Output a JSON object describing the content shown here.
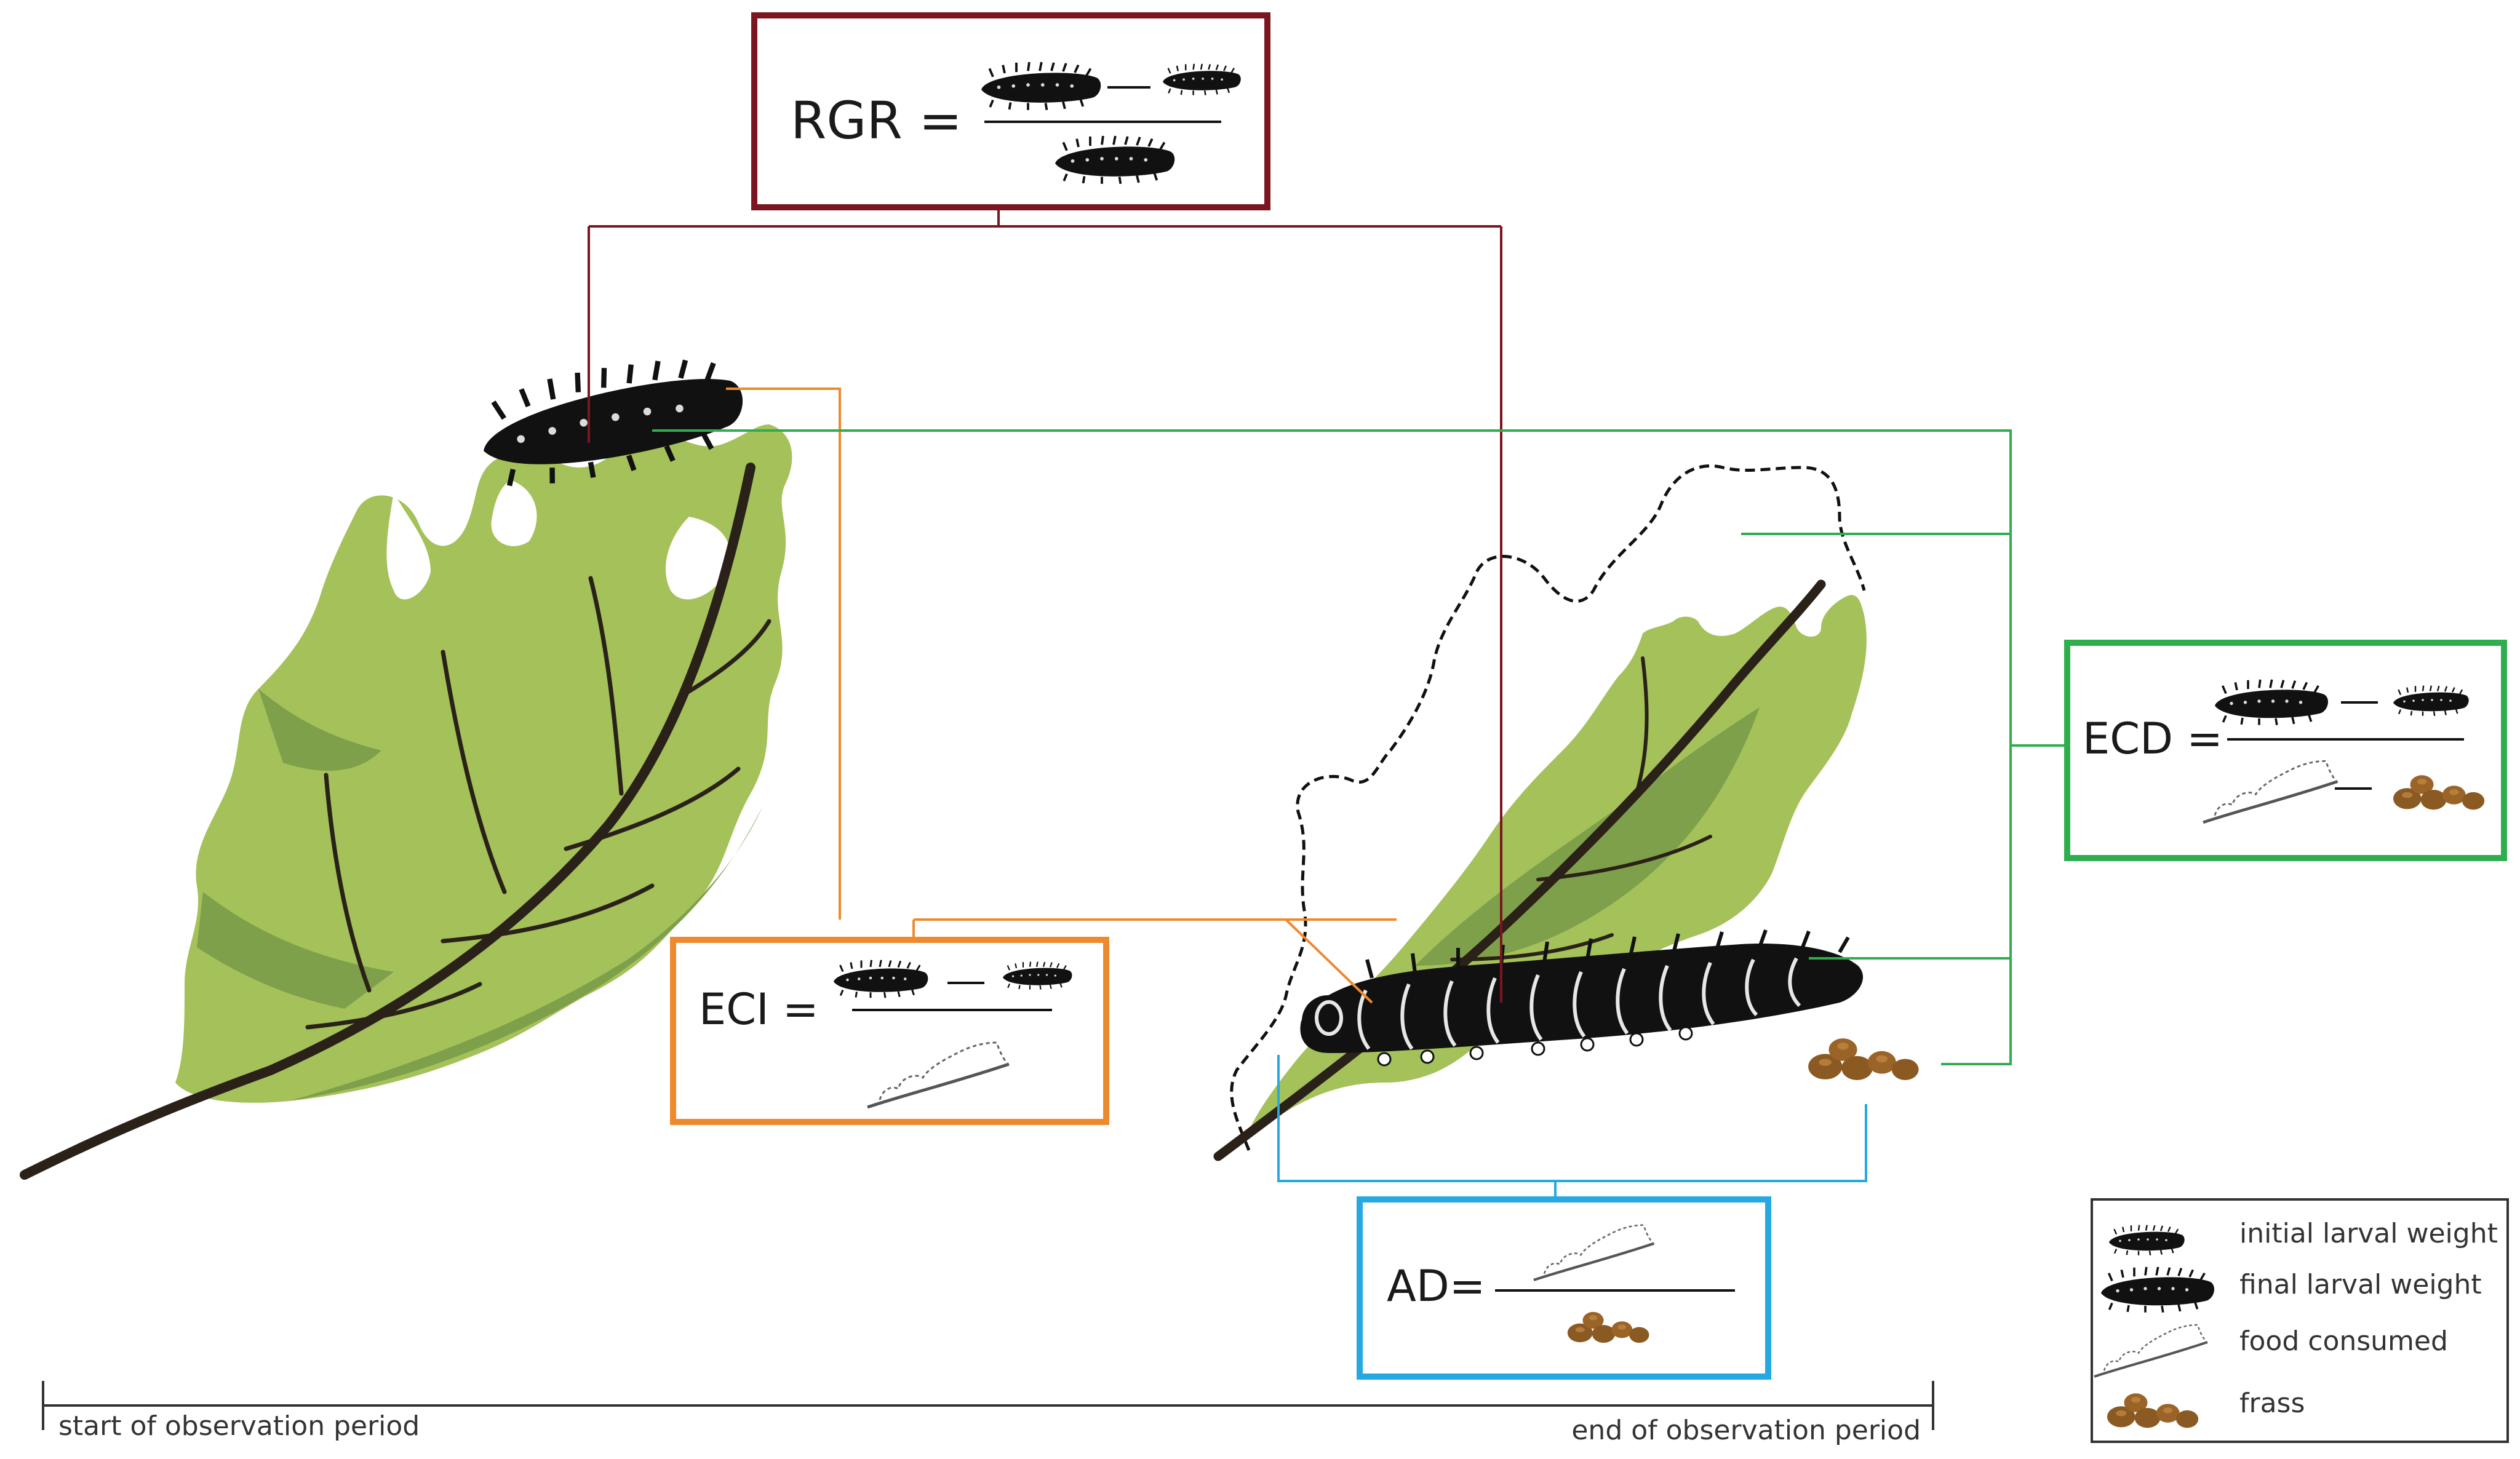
{
  "colors": {
    "rgr": "#7b1520",
    "eci": "#ee8a2e",
    "ecd": "#2fae4e",
    "ad": "#26a8e0",
    "leaf_light": "#a4c15a",
    "leaf_dark": "#7ea04a",
    "vein": "#2a2118",
    "larva": "#111111",
    "frass": "#8a5a22"
  },
  "formulas": {
    "rgr": {
      "label": "RGR ="
    },
    "eci": {
      "label": "ECI ="
    },
    "ecd": {
      "label": "ECD ="
    },
    "ad": {
      "label": "AD="
    }
  },
  "legend": {
    "items": [
      {
        "icon": "initial-larva-icon",
        "label": "initial larval weight"
      },
      {
        "icon": "final-larva-icon",
        "label": "final larval weight"
      },
      {
        "icon": "food-outline-icon",
        "label": "food consumed"
      },
      {
        "icon": "frass-icon",
        "label": "frass"
      }
    ]
  },
  "timeline": {
    "start_label": "start of observation period",
    "end_label": "end of observation period"
  }
}
